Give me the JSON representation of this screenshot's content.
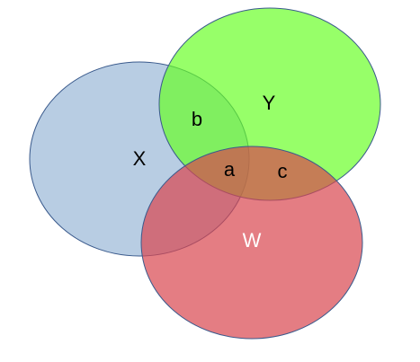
{
  "sets": {
    "x": {
      "label": "X",
      "fill": "#b8cde3",
      "stroke": "#3a5a8c"
    },
    "y": {
      "label": "Y",
      "fill": "#99ff66",
      "stroke": "#3a5a8c"
    },
    "w": {
      "label": "W",
      "fill": "#d9464f",
      "stroke": "#3a5a8c"
    }
  },
  "regions": {
    "a": "a",
    "b": "b",
    "c": "c"
  },
  "colors": {
    "background": "#ffffff",
    "outline": "#3a5a8c",
    "text_dark": "#000000",
    "text_light": "#ffffff"
  }
}
